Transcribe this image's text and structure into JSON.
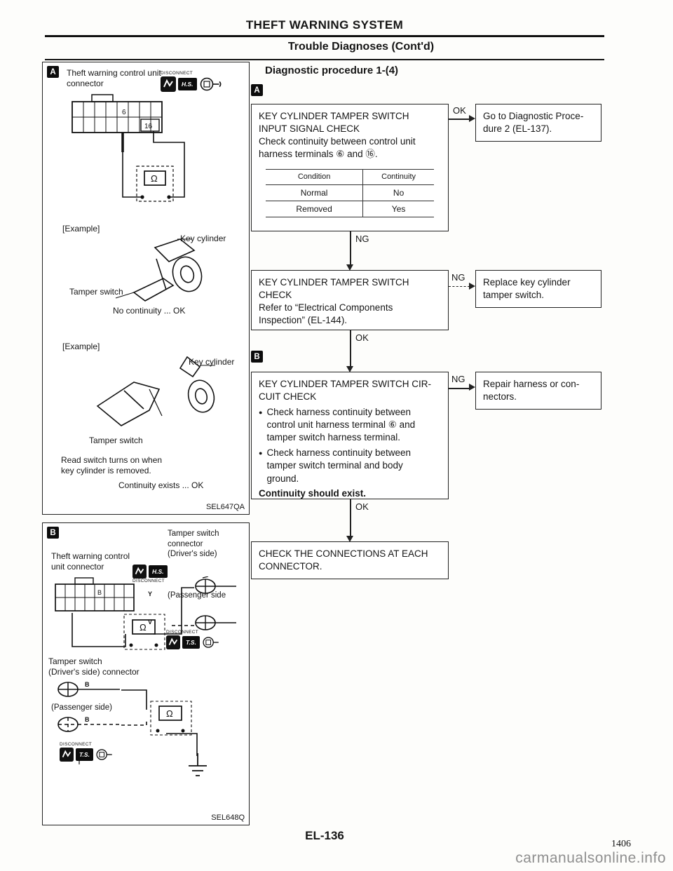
{
  "page": {
    "title": "THEFT WARNING SYSTEM",
    "subtitle": "Trouble Diagnoses (Cont'd)",
    "procedure_title": "Diagnostic procedure 1-(4)",
    "page_number": "EL-136",
    "sheet_number": "1406",
    "watermark": "carmanualsonline.info"
  },
  "labels": {
    "ok": "OK",
    "ng": "NG",
    "ohm": "Ω",
    "disconnect": "DISCONNECT",
    "hs": "H.S.",
    "ts": "T.S.",
    "bullet": "●"
  },
  "panel_a": {
    "marker": "A",
    "connector_caption": "Theft warning control unit\nconnector",
    "pin_6": "6",
    "pin_16": "16",
    "example_1": "[Example]",
    "key_cylinder_1": "Key cylinder",
    "tamper_switch_1": "Tamper switch",
    "result_1": "No continuity ... OK",
    "example_2": "[Example]",
    "key_cylinder_2": "Key cylinder",
    "tamper_switch_2": "Tamper switch",
    "note": "Read switch turns on when\nkey cylinder is removed.",
    "result_2": "Continuity exists ... OK",
    "figure_id": "SEL647QA"
  },
  "panel_b": {
    "marker": "B",
    "tamper_connector_caption": "Tamper switch\nconnector\n(Driver's side)",
    "control_unit_caption": "Theft warning control\nunit connector",
    "passenger_1": "(Passenger side",
    "tamper_switch_caption": "Tamper switch\n(Driver's side) connector",
    "passenger_2": "(Passenger side)",
    "pin_grid": "B",
    "wire_y1": "Y",
    "wire_y2": "Y",
    "wire_v": "V",
    "pin_b1": "B",
    "pin_b2": "B",
    "figure_id": "SEL648Q"
  },
  "flowchart": {
    "marker_a": "A",
    "marker_b": "B",
    "step1": {
      "title": "KEY CYLINDER TAMPER SWITCH\nINPUT SIGNAL CHECK",
      "body": "Check continuity between control unit\nharness terminals ⑥ and ⑯.",
      "table": {
        "headers": [
          "Condition",
          "Continuity"
        ],
        "rows": [
          [
            "Normal",
            "No"
          ],
          [
            "Removed",
            "Yes"
          ]
        ]
      }
    },
    "side1": {
      "text": "Go to Diagnostic Proce-\ndure 2 (EL-137)."
    },
    "step2": {
      "title": "KEY CYLINDER TAMPER SWITCH\nCHECK",
      "body": "Refer to “Electrical Components\nInspection” (EL-144)."
    },
    "side2": {
      "text": "Replace key cylinder\ntamper switch."
    },
    "step3": {
      "title": "KEY CYLINDER TAMPER SWITCH CIR-\nCUIT CHECK",
      "bullet1": "Check harness continuity between\ncontrol unit harness terminal ⑥ and\ntamper switch harness terminal.",
      "bullet2": "Check harness continuity between\ntamper switch terminal and body\nground.",
      "emphasis": "Continuity should exist."
    },
    "side3": {
      "text": "Repair harness or con-\nnectors."
    },
    "step4": {
      "title": "CHECK THE CONNECTIONS AT EACH\nCONNECTOR."
    }
  }
}
